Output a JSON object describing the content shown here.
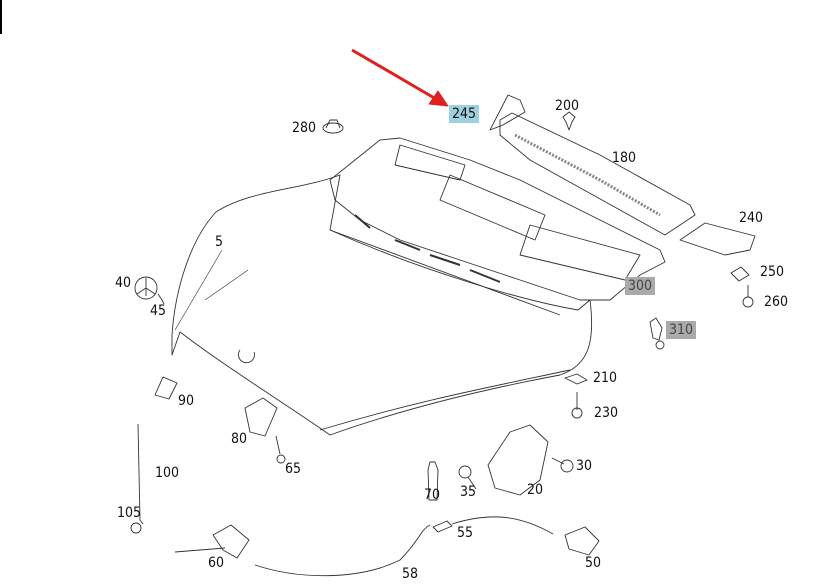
{
  "diagram": {
    "highlight_colors": {
      "selected": "#9fd0e0",
      "marked": "#aaaaaa",
      "arrow": "#e02020"
    },
    "parts": [
      {
        "id": "245",
        "style": "selected"
      },
      {
        "id": "200",
        "style": "normal"
      },
      {
        "id": "280",
        "style": "normal"
      },
      {
        "id": "180",
        "style": "normal"
      },
      {
        "id": "5",
        "style": "normal"
      },
      {
        "id": "240",
        "style": "normal"
      },
      {
        "id": "250",
        "style": "normal"
      },
      {
        "id": "40",
        "style": "normal"
      },
      {
        "id": "300",
        "style": "marked"
      },
      {
        "id": "45",
        "style": "normal"
      },
      {
        "id": "260",
        "style": "normal"
      },
      {
        "id": "310",
        "style": "marked"
      },
      {
        "id": "210",
        "style": "normal"
      },
      {
        "id": "90",
        "style": "normal"
      },
      {
        "id": "230",
        "style": "normal"
      },
      {
        "id": "80",
        "style": "normal"
      },
      {
        "id": "100",
        "style": "normal"
      },
      {
        "id": "30",
        "style": "normal"
      },
      {
        "id": "65",
        "style": "normal"
      },
      {
        "id": "70",
        "style": "normal"
      },
      {
        "id": "35",
        "style": "normal"
      },
      {
        "id": "20",
        "style": "normal"
      },
      {
        "id": "105",
        "style": "normal"
      },
      {
        "id": "55",
        "style": "normal"
      },
      {
        "id": "60",
        "style": "normal"
      },
      {
        "id": "50",
        "style": "normal"
      },
      {
        "id": "58",
        "style": "normal"
      }
    ]
  }
}
